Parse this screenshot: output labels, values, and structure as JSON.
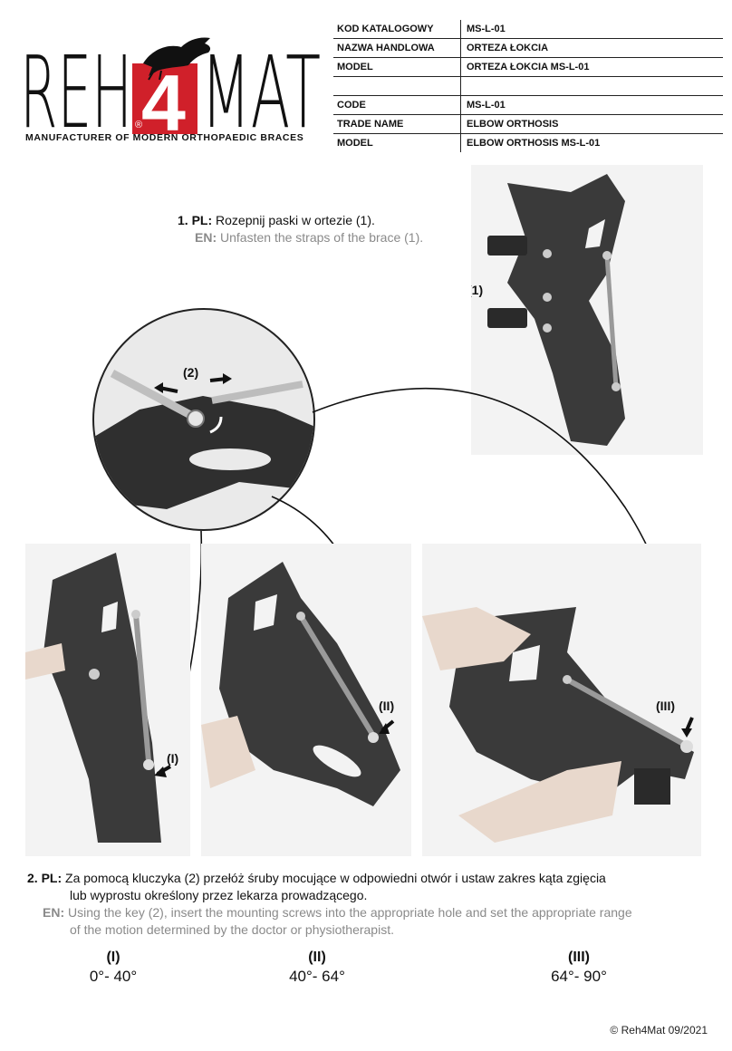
{
  "logo": {
    "left_letters": "REH",
    "number": "4",
    "right_letters": "MAT",
    "registered_mark": "®",
    "tagline": "MANUFACTURER OF MODERN ORTHOPAEDIC BRACES"
  },
  "spec_table": [
    {
      "key": "KOD KATALOGOWY",
      "value": "MS-L-01"
    },
    {
      "key": "NAZWA HANDLOWA",
      "value": "ORTEZA ŁOKCIA"
    },
    {
      "key": "MODEL",
      "value": "ORTEZA ŁOKCIA MS-L-01"
    },
    {
      "key": "",
      "value": ""
    },
    {
      "key": "CODE",
      "value": "MS-L-01"
    },
    {
      "key": "TRADE NAME",
      "value": "ELBOW ORTHOSIS"
    },
    {
      "key": "MODEL",
      "value": "ELBOW ORTHOSIS MS-L-01"
    }
  ],
  "step1": {
    "number": "1.",
    "pl_tag": "PL:",
    "pl_text": "Rozepnij paski w ortezie (1).",
    "en_tag": "EN:",
    "en_text": "Unfasten the straps of the brace (1)."
  },
  "callouts": {
    "straps": "(1)",
    "key": "(2)",
    "hole_i": "(I)",
    "hole_ii": "(II)",
    "hole_iii": "(III)"
  },
  "step2": {
    "number": "2.",
    "pl_tag": "PL:",
    "pl_line1": "Za pomocą kluczyka (2) przełóż śruby mocujące w odpowiedni otwór i ustaw zakres kąta zgięcia",
    "pl_line2": "lub wyprostu określony przez lekarza prowadzącego.",
    "en_tag": "EN:",
    "en_line1": "Using the key (2), insert the mounting screws into the appropriate hole and set the appropriate range",
    "en_line2": "of the motion determined by the doctor or physiotherapist."
  },
  "ranges": [
    {
      "roman": "(I)",
      "degrees": "0°- 40°"
    },
    {
      "roman": "(II)",
      "degrees": "40°- 64°"
    },
    {
      "roman": "(III)",
      "degrees": "64°- 90°"
    }
  ],
  "copyright": "© Reh4Mat 09/2021",
  "colors": {
    "accent_red": "#d0202a",
    "en_gray": "#8a8a8a",
    "brace_dark": "#3a3a3a"
  }
}
